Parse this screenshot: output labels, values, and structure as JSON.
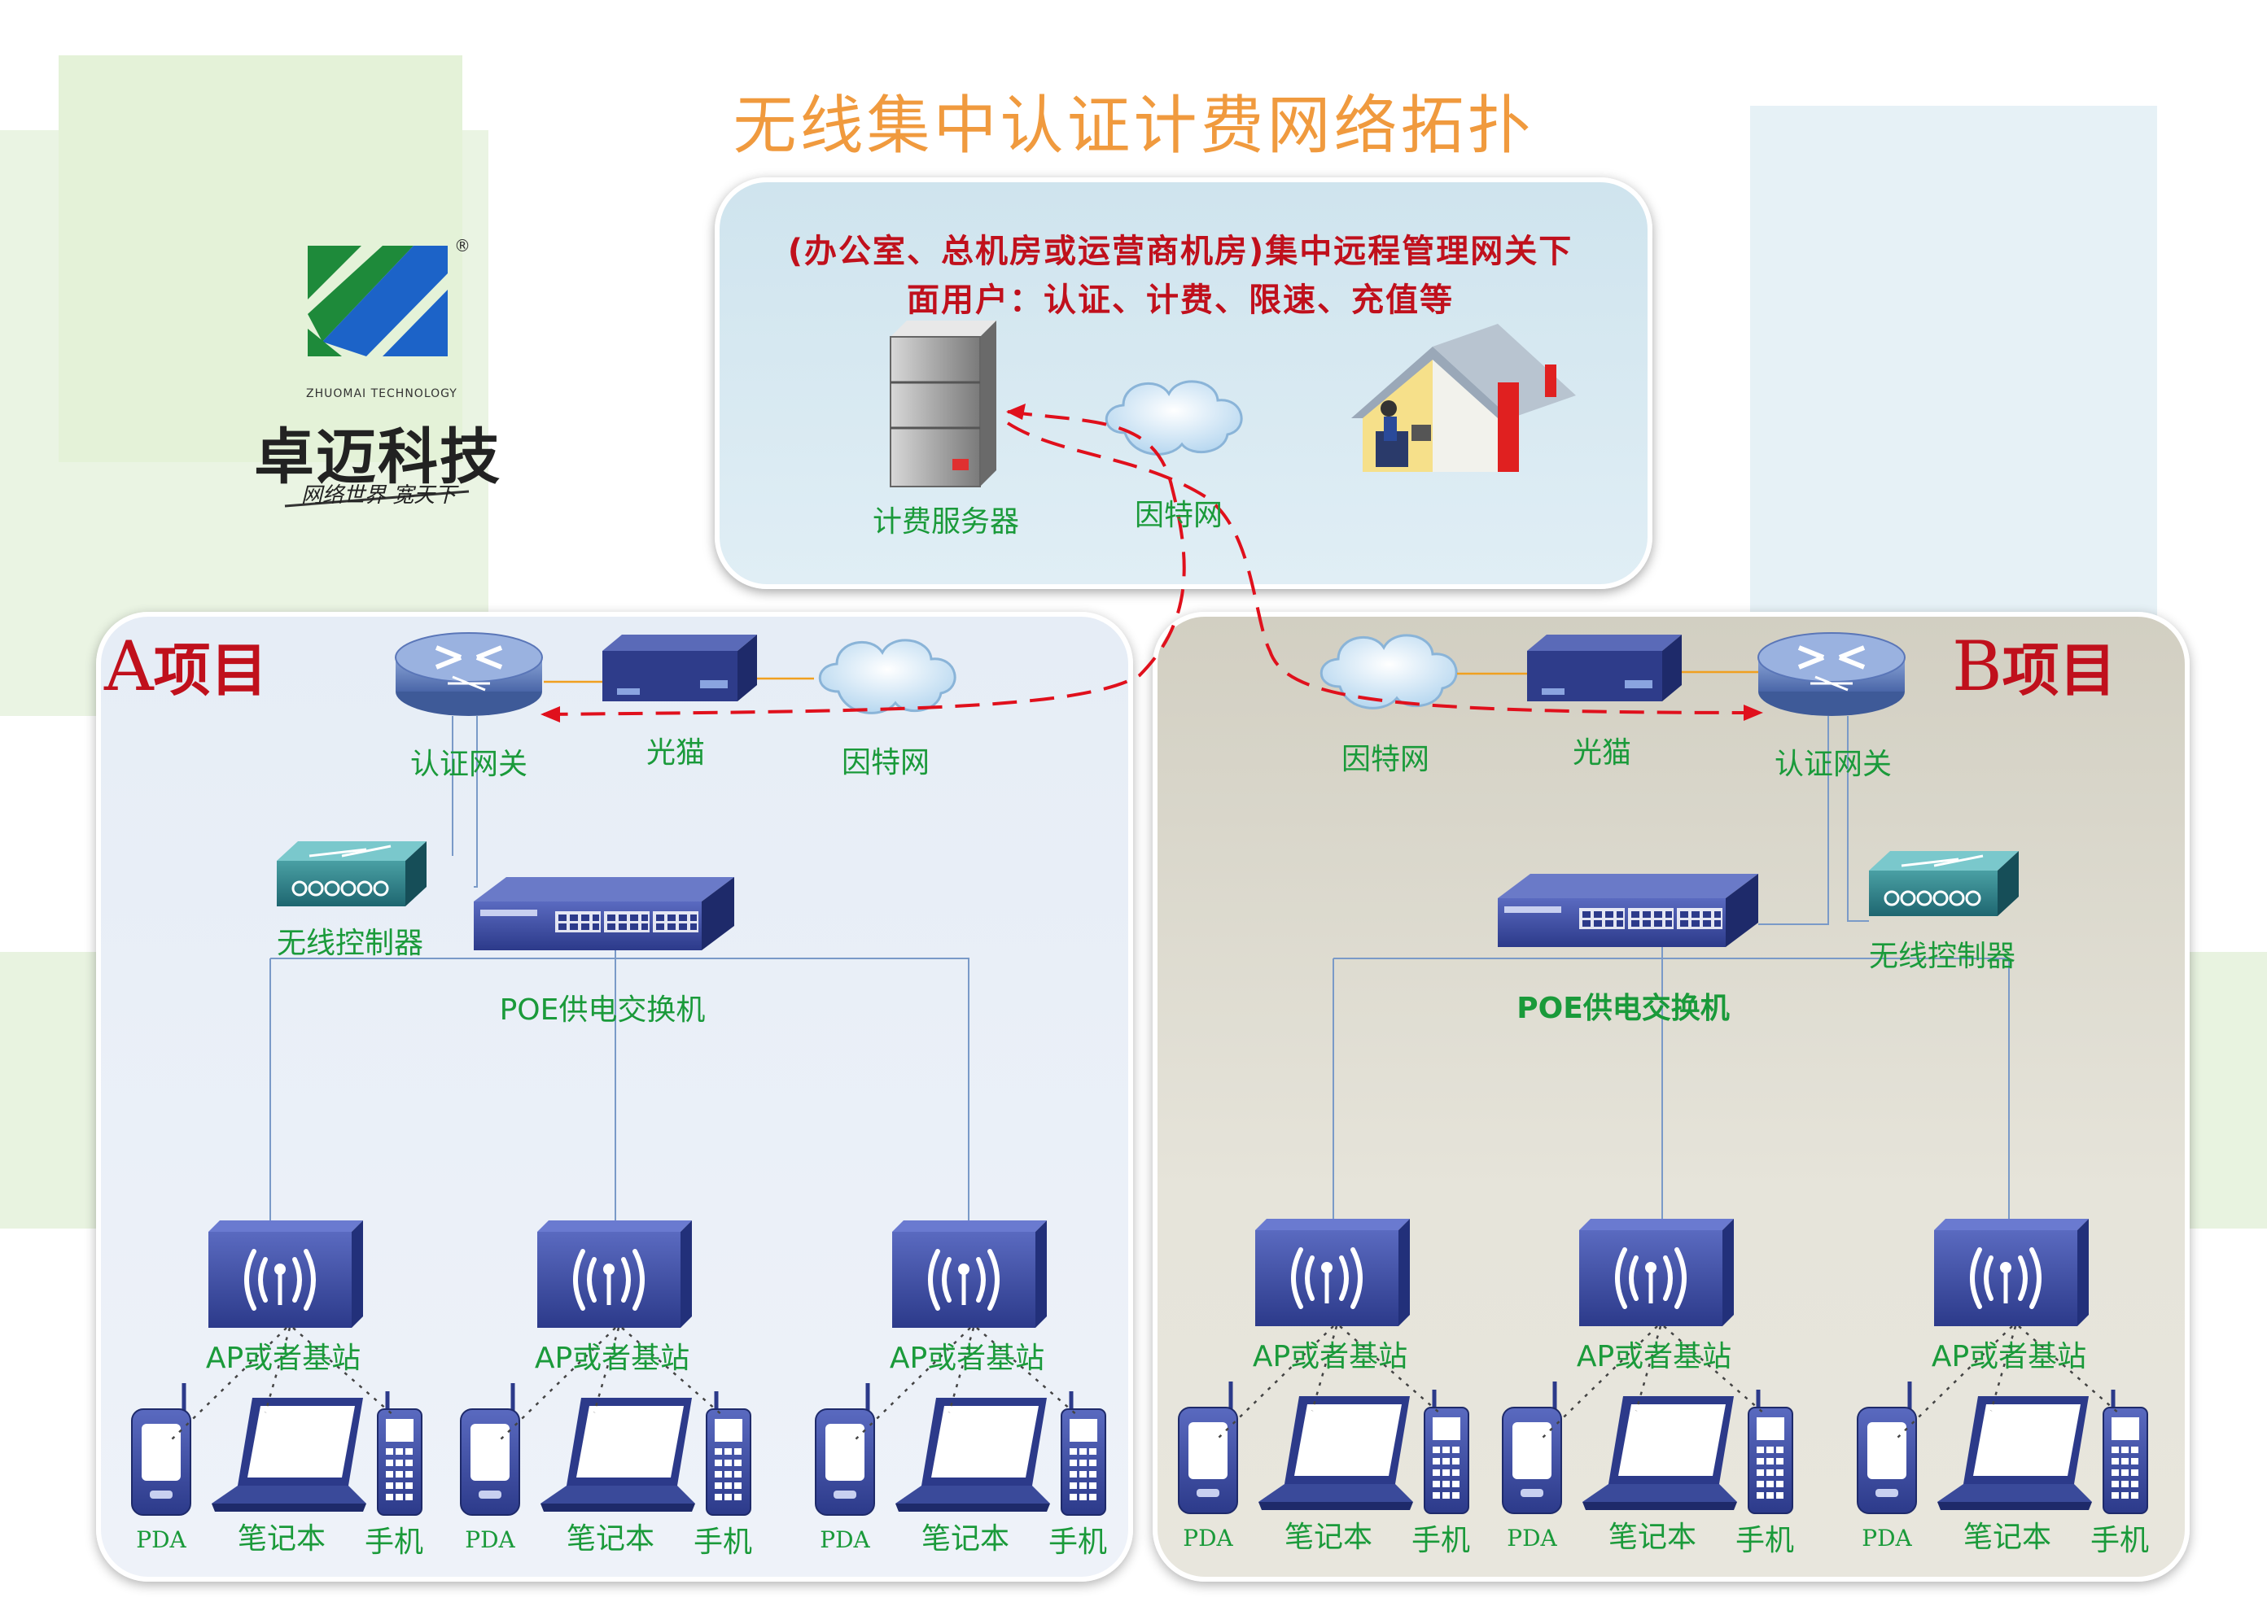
{
  "title": "无线集中认证计费网络拓扑",
  "brand": {
    "name": "卓迈科技",
    "english": "ZHUOMAI TECHNOLOGY",
    "slogan": "网络世界 宽天下",
    "registered": "®"
  },
  "central": {
    "headline_line1": "(办公室、总机房或运营商机房)集中远程管理网关下",
    "headline_line2": "面用户：认证、计费、限速、充值等",
    "server_label": "计费服务器",
    "internet_label": "因特网"
  },
  "project_a": {
    "title_letter": "A",
    "title_rest": "项目",
    "gateway_label": "认证网关",
    "modem_label": "光猫",
    "internet_label": "因特网",
    "controller_label": "无线控制器",
    "switch_label": "POE供电交换机",
    "ap_label": "AP或者基站",
    "device_labels": [
      "PDA",
      "笔记本",
      "手机"
    ]
  },
  "project_b": {
    "title_letter": "B",
    "title_rest": "项目",
    "gateway_label": "认证网关",
    "modem_label": "光猫",
    "internet_label": "因特网",
    "controller_label": "无线控制器",
    "switch_label": "POE供电交换机",
    "ap_label": "AP或者基站",
    "device_labels": [
      "PDA",
      "笔记本",
      "手机"
    ]
  },
  "colors": {
    "title": "#f09a3e",
    "headline": "#c0101c",
    "labels": "#1a9a3a",
    "dashed_path": "#e0101c",
    "device_blue": "#3a4a9a"
  }
}
